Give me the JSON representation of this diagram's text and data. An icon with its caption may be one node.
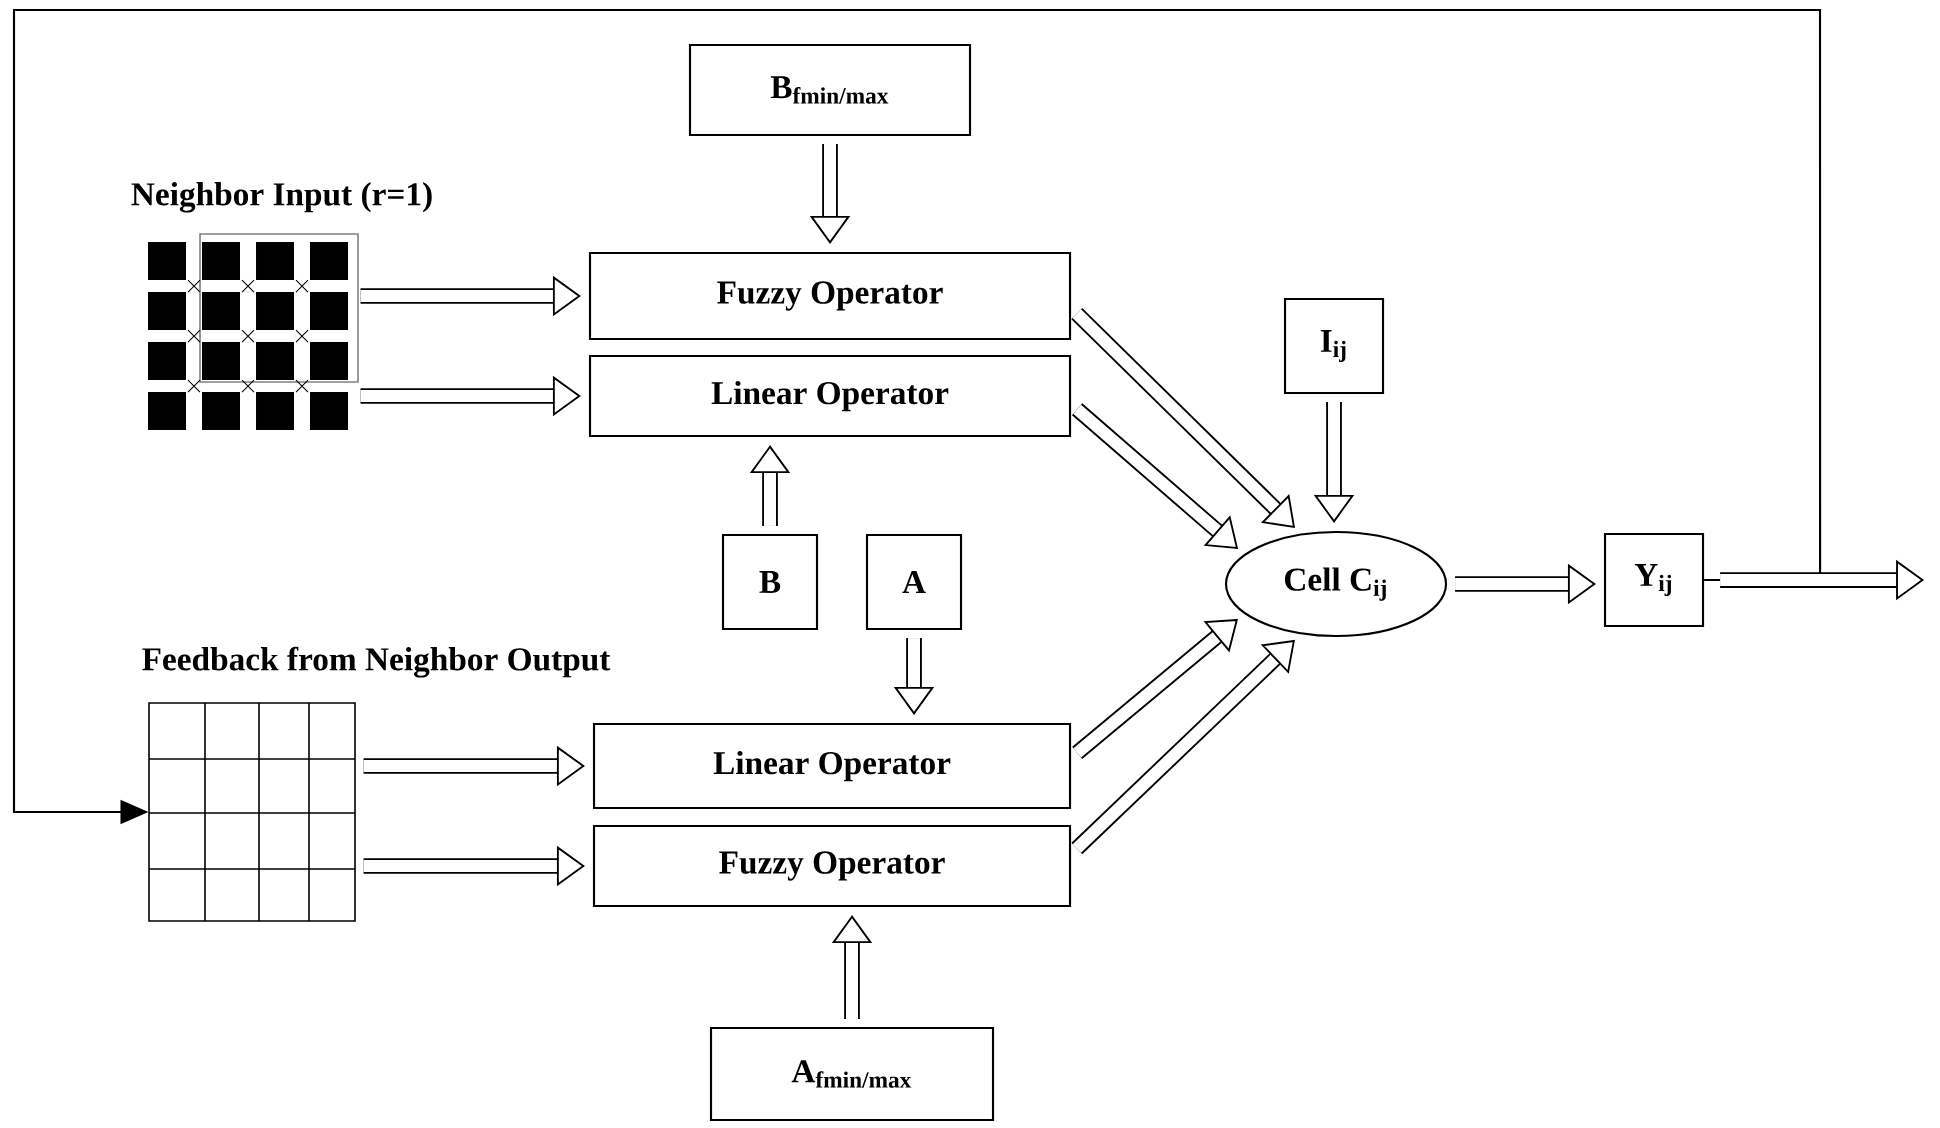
{
  "diagram": {
    "nodes": [
      {
        "text": [
          "B$_{fmin/max}$"
        ]
      },
      {
        "text": [
          "Neighbor Input (r=1)"
        ]
      },
      {
        "text": [
          "Fuzzy Operator"
        ]
      },
      {
        "text": [
          "Linear Operator"
        ]
      },
      {
        "text": [
          "I$_{ij}$"
        ]
      },
      {
        "text": [
          "B"
        ]
      },
      {
        "text": [
          "A"
        ]
      },
      {
        "text": [
          "Cell C$_{ij}$"
        ]
      },
      {
        "text": [
          "Y$_{ij}$"
        ]
      },
      {
        "text": [
          "Feedback from Neighbor Output"
        ]
      },
      {
        "text": [
          "Linear Operator"
        ]
      },
      {
        "text": [
          "Fuzzy Operator"
        ]
      },
      {
        "text": [
          "A$_{fmin/max}$"
        ]
      }
    ],
    "edges": [
      {
        "from": 0,
        "to": 2,
        "arrow": "to"
      },
      {
        "from": 1,
        "to": 2,
        "arrow": "to"
      },
      {
        "from": 1,
        "to": 3,
        "arrow": "to"
      },
      {
        "from": 5,
        "to": 3,
        "arrow": "to"
      },
      {
        "from": 2,
        "to": 7,
        "arrow": "to"
      },
      {
        "from": 3,
        "to": 7,
        "arrow": "to"
      },
      {
        "from": 4,
        "to": 7,
        "arrow": "to"
      },
      {
        "from": 6,
        "to": 10,
        "arrow": "to"
      },
      {
        "from": 9,
        "to": 10,
        "arrow": "to"
      },
      {
        "from": 9,
        "to": 11,
        "arrow": "to"
      },
      {
        "from": 12,
        "to": 11,
        "arrow": "to"
      },
      {
        "from": 10,
        "to": 7,
        "arrow": "to"
      },
      {
        "from": 11,
        "to": 7,
        "arrow": "to"
      },
      {
        "from": 7,
        "to": 8,
        "arrow": "to"
      },
      {
        "from": 8,
        "to": null,
        "arrow": "to"
      },
      {
        "from": 8,
        "to": 9,
        "arrow": "to"
      }
    ]
  }
}
